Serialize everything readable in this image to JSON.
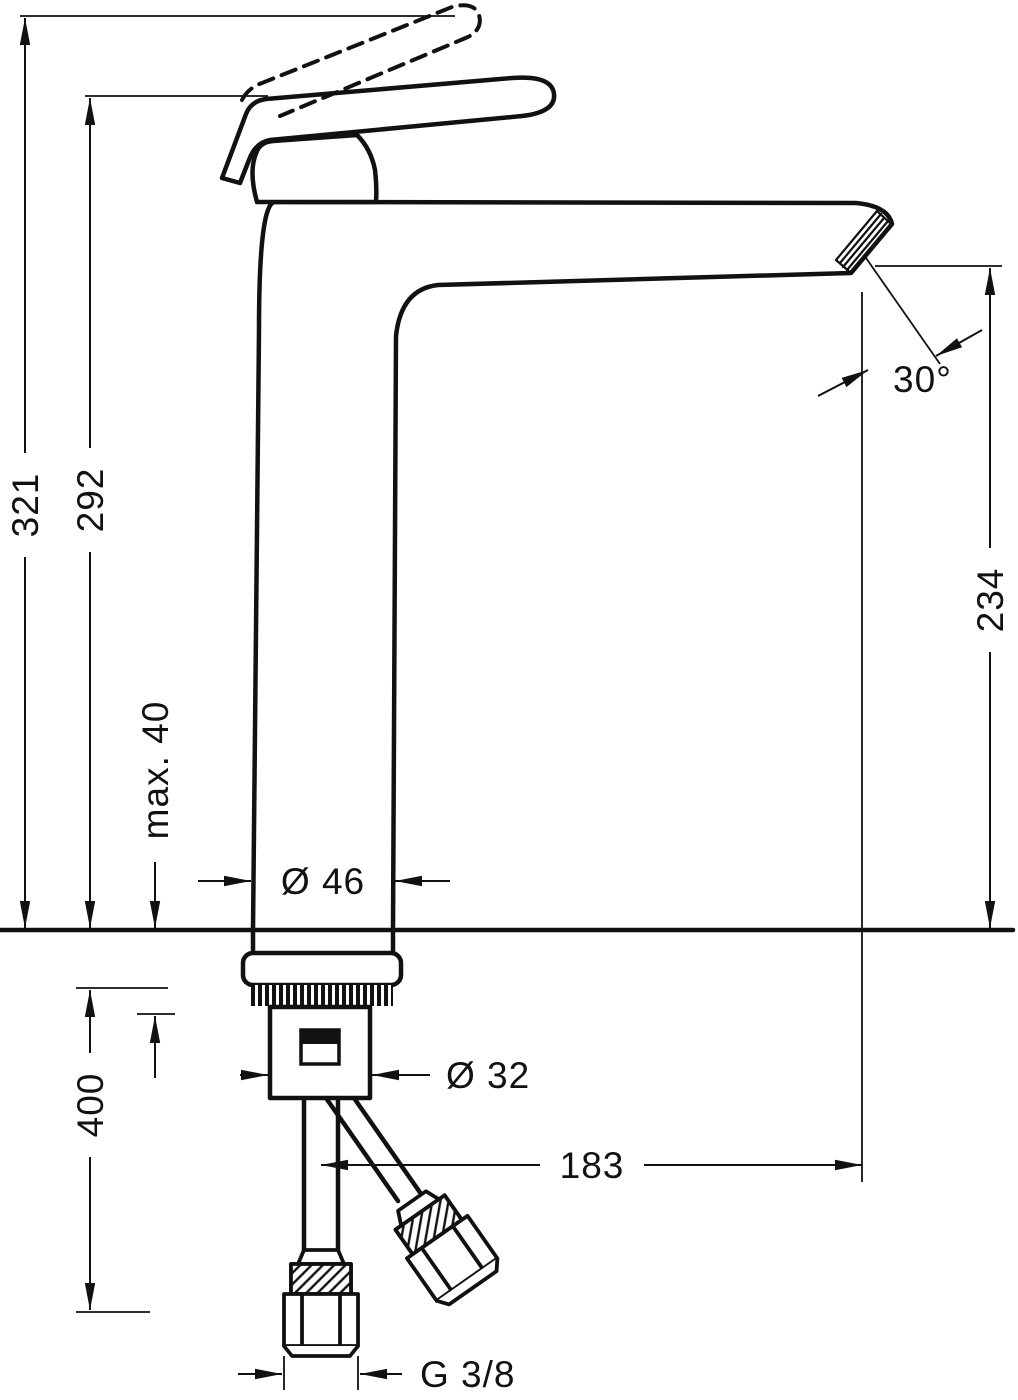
{
  "page": {
    "background": "#ffffff",
    "ink": "#111111"
  },
  "drawing": {
    "type": "technical-dimension-drawing",
    "subject": "single-lever tall basin mixer faucet, side view with below-deck mounting shank and supply hoses",
    "units": "mm"
  },
  "labels": {
    "total_height": "321",
    "spout_top_height": "292",
    "max_counter_thickness": "max. 40",
    "body_diameter": "Ø 46",
    "spout_angle": "30°",
    "outlet_height": "234",
    "below_counter_length": "400",
    "shank_diameter": "Ø 32",
    "spout_reach": "183",
    "hose_thread": "G 3/8"
  }
}
